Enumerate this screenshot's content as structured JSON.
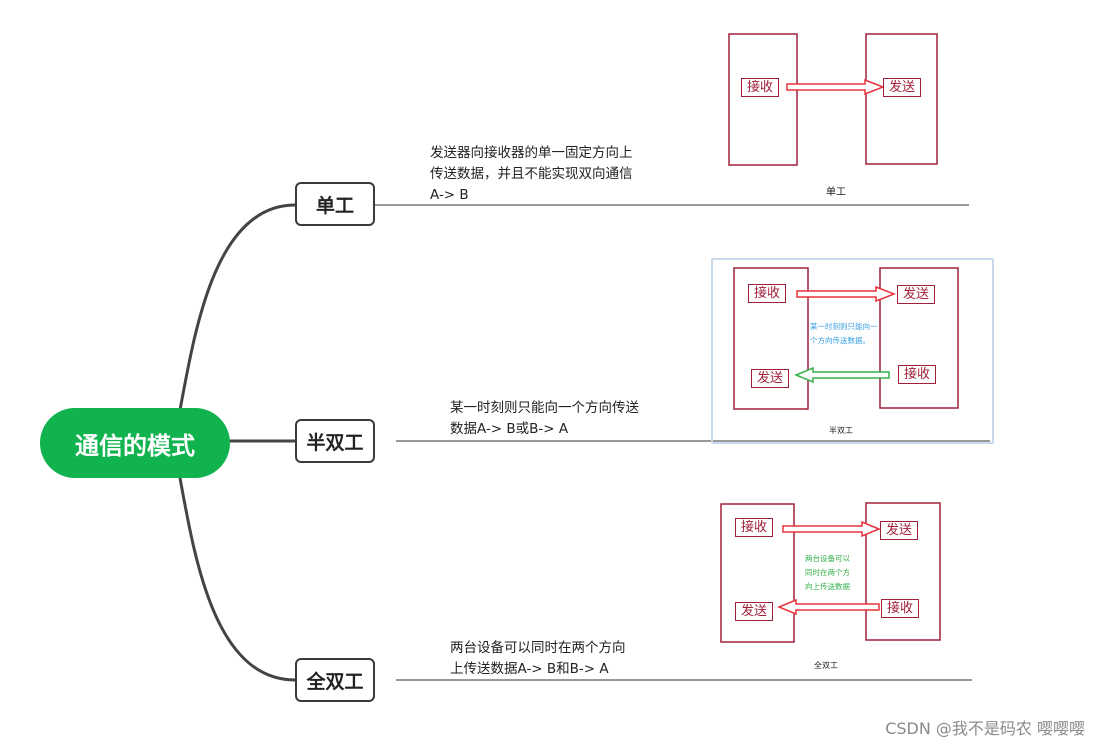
{
  "mindmap": {
    "root": "通信的模式",
    "branches": [
      {
        "key": "simplex",
        "title": "单工",
        "desc_lines": [
          "发送器向接收器的单一固定方向上",
          "传送数据，并且不能实现双向通信",
          "A-> B"
        ],
        "figure": {
          "labels": [
            "接收",
            "发送"
          ],
          "caption": "单工"
        }
      },
      {
        "key": "half",
        "title": "半双工",
        "desc_lines": [
          "某一时刻则只能向一个方向传送",
          "数据A-> B或B-> A"
        ],
        "figure": {
          "labels": [
            "接收",
            "发送",
            "发送",
            "接收"
          ],
          "note_lines": [
            "某一时刻则只能向一",
            "个方向传送数据。"
          ],
          "caption": "半双工"
        }
      },
      {
        "key": "full",
        "title": "全双工",
        "desc_lines": [
          "两台设备可以同时在两个方向",
          "上传送数据A-> B和B-> A"
        ],
        "figure": {
          "labels": [
            "接收",
            "发送",
            "发送",
            "接收"
          ],
          "note_lines": [
            "两台设备可以",
            "同时在两个方",
            "向上传送数据"
          ],
          "caption": "全双工"
        }
      }
    ]
  },
  "colors": {
    "root_fill": "#10b34e",
    "device_border": "#a0203a",
    "arrow_red": "#e8323c",
    "arrow_green": "#35b04a",
    "note_blue": "#3aa0e0",
    "note_green": "#35b04a"
  },
  "watermark": "CSDN @我不是码农 嘤嘤嘤"
}
